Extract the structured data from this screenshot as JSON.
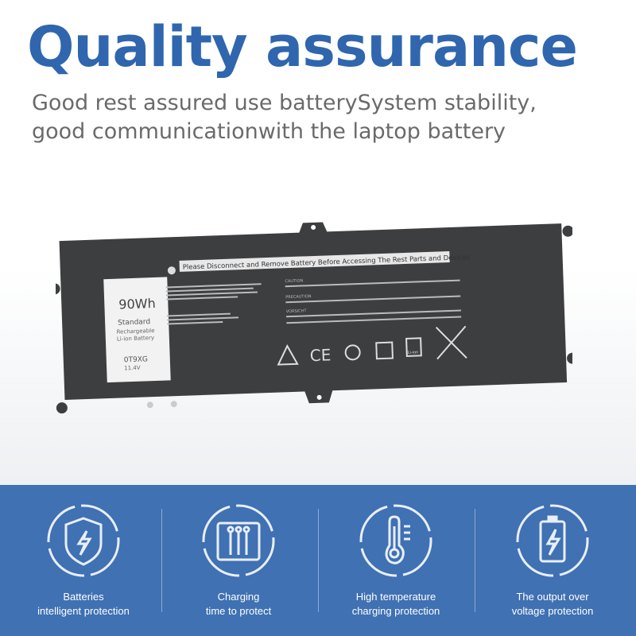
{
  "header": {
    "title": "Quality assurance",
    "subtitle_line1": "Good rest assured use batterySystem stability,",
    "subtitle_line2": "good communicationwith the laptop battery"
  },
  "battery": {
    "capacity": "90Wh",
    "type1": "Standard",
    "type2": "Rechargeable",
    "type3": "Li-ion Battery",
    "model": "0T9XG",
    "voltage": "11.4V",
    "warning": "Please Disconnect and Remove Battery Before Accessing The Rest Parts and Devices",
    "caution": "CAUTION",
    "precaution": "PRECAUTION",
    "vorsicht": "VORSICHT",
    "li_ion": "Li-ion"
  },
  "features": [
    {
      "icon": "shield-bolt-icon",
      "line1": "Batteries",
      "line2": "intelligent protection"
    },
    {
      "icon": "circuit-icon",
      "line1": "Charging",
      "line2": "time to protect"
    },
    {
      "icon": "thermometer-icon",
      "line1": "High temperature",
      "line2": "charging protection"
    },
    {
      "icon": "battery-bolt-icon",
      "line1": "The output over",
      "line2": "voltage protection"
    }
  ],
  "colors": {
    "brand_blue": "#2f66ae",
    "band_blue": "#3f71b3",
    "battery": "#3d3e40"
  }
}
